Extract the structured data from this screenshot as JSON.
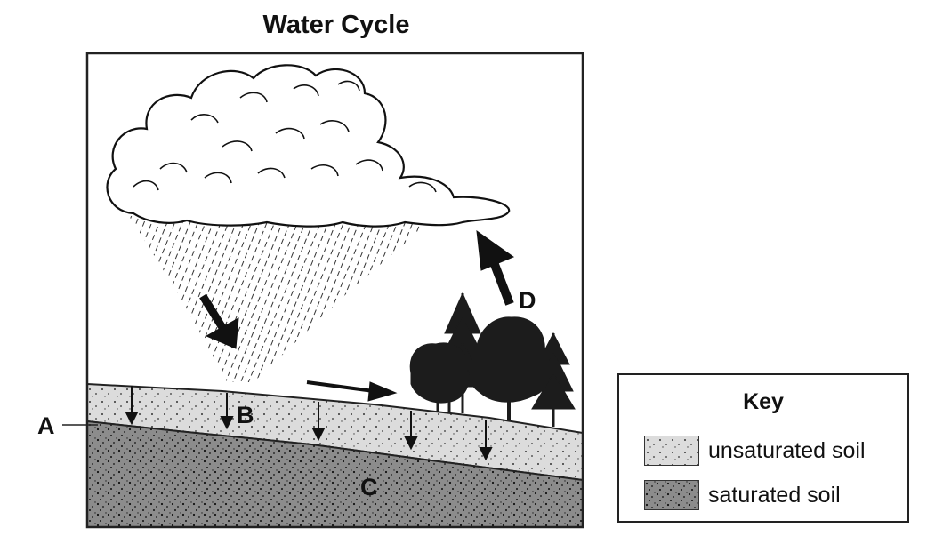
{
  "title": "Water Cycle",
  "labels": {
    "a": "A",
    "b": "B",
    "c": "C",
    "d": "D"
  },
  "key": {
    "title": "Key",
    "items": [
      {
        "label": "unsaturated soil",
        "pattern": "unsaturated-soil",
        "color": "#dcdcdc"
      },
      {
        "label": "saturated soil",
        "pattern": "saturated-soil",
        "color": "#8c8c8c"
      }
    ]
  },
  "colors": {
    "unsaturated_soil": "#dcdcdc",
    "saturated_soil": "#8c8c8c",
    "outline": "#222222",
    "trees": "#1c1c1c"
  }
}
